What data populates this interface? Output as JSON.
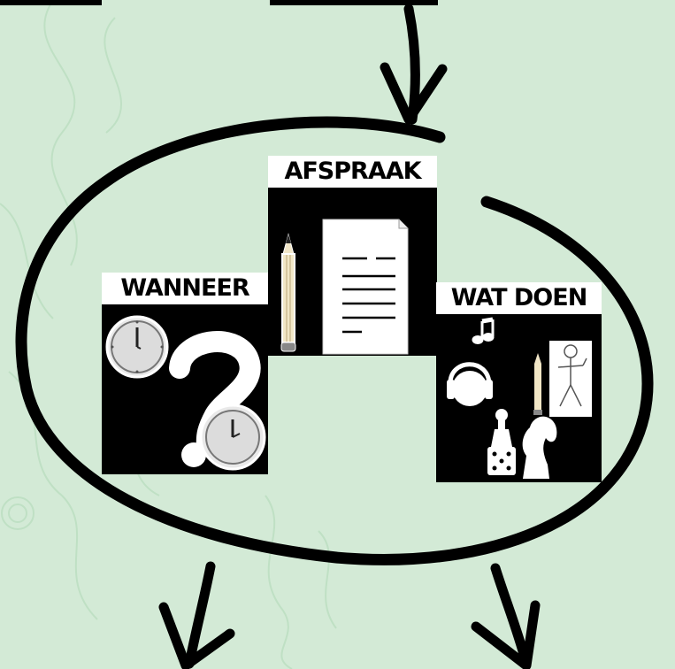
{
  "diagram": {
    "cards": {
      "wanneer": {
        "label": "WANNEER",
        "icon": "clock-question-icon"
      },
      "afspraak": {
        "label": "AFSPRAAK",
        "icon": "pencil-document-icon"
      },
      "wat_doen": {
        "label": "WAT DOEN",
        "icon": "activities-icon"
      }
    },
    "colors": {
      "background": "#d3ead6",
      "ink": "#000000",
      "card_bg": "#000000",
      "label_bg": "#ffffff"
    }
  }
}
